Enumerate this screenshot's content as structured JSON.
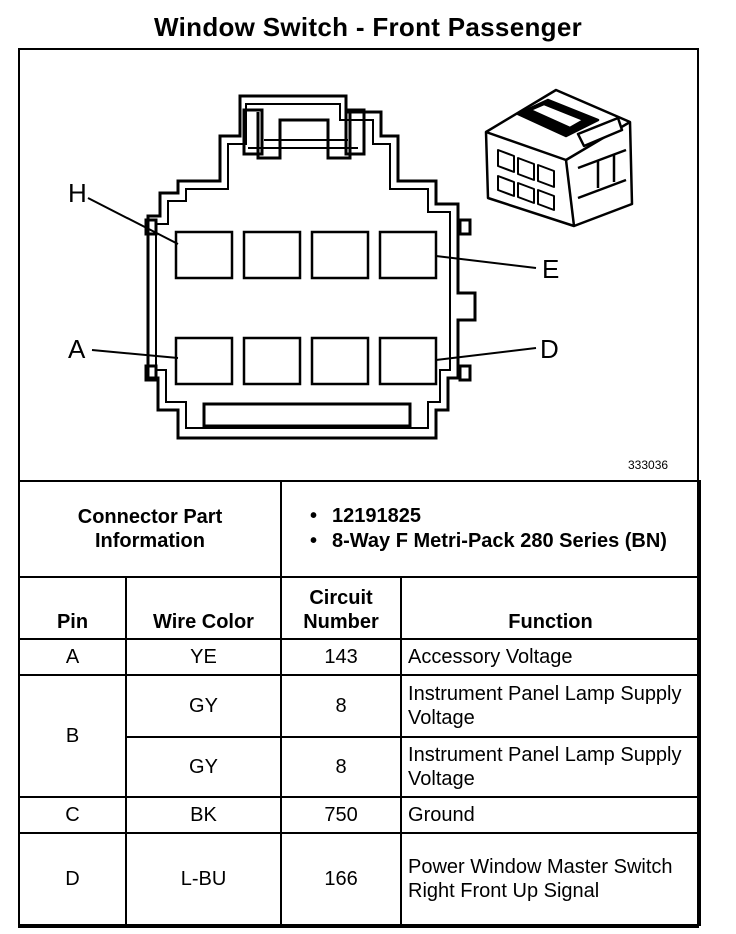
{
  "title": "Window Switch - Front Passenger",
  "figure_id": "333036",
  "pin_labels": {
    "h": "H",
    "e": "E",
    "a": "A",
    "d": "D"
  },
  "connector_info": {
    "label": "Connector Part Information",
    "items": [
      "12191825",
      "8-Way F Metri-Pack 280 Series (BN)"
    ]
  },
  "headers": {
    "pin": "Pin",
    "wire_color": "Wire Color",
    "circuit_number": "Circuit Number",
    "function": "Function"
  },
  "rows": [
    {
      "pin": "A",
      "wire": "YE",
      "circuit": "143",
      "function": "Accessory Voltage"
    },
    {
      "pin": "B",
      "wire": "GY",
      "circuit": "8",
      "function": "Instrument Panel Lamp Supply Voltage"
    },
    {
      "pin": "",
      "wire": "GY",
      "circuit": "8",
      "function": "Instrument Panel Lamp Supply Voltage"
    },
    {
      "pin": "C",
      "wire": "BK",
      "circuit": "750",
      "function": "Ground"
    },
    {
      "pin": "D",
      "wire": "L-BU",
      "circuit": "166",
      "function": "Power Window Master Switch Right Front Up Signal"
    }
  ]
}
